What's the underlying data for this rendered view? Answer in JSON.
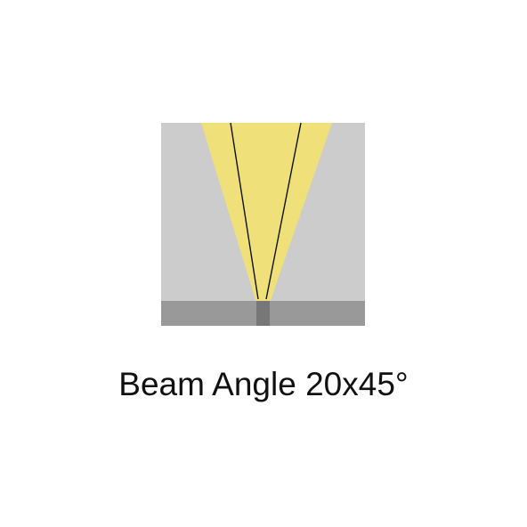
{
  "caption": "Beam Angle 20x45°",
  "beam": {
    "wide_angle_deg": 45,
    "narrow_angle_deg": 20
  },
  "colors": {
    "background": "#cccccc",
    "base": "#999999",
    "emitter": "#777777",
    "light": "#efe07a",
    "line": "#111111",
    "text": "#111111"
  }
}
